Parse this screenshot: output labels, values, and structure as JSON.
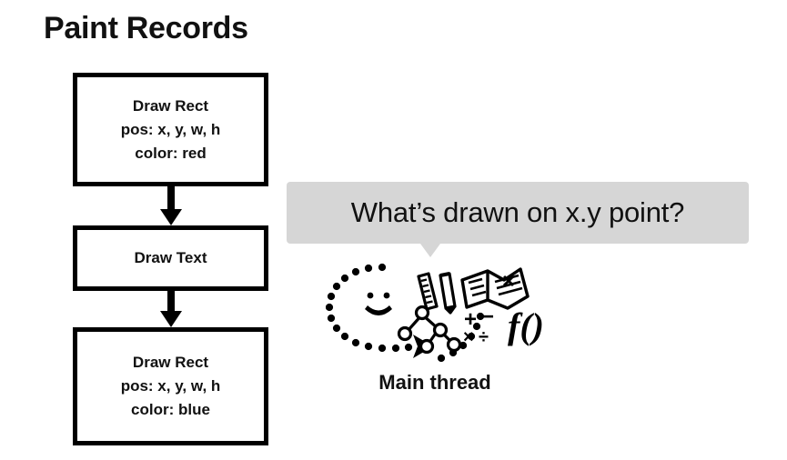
{
  "slide": {
    "title": "Paint Records",
    "background_color": "#ffffff",
    "ink_color": "#111111"
  },
  "paint_records": {
    "boxes": [
      {
        "name": "draw-rect-red",
        "lines": [
          "Draw Rect",
          "pos: x, y, w, h",
          "color: red"
        ]
      },
      {
        "name": "draw-text",
        "lines": [
          "Draw Text"
        ]
      },
      {
        "name": "draw-rect-blue",
        "lines": [
          "Draw Rect",
          "pos: x, y, w, h",
          "color: blue"
        ]
      }
    ],
    "connector_icon": "down-arrow-icon"
  },
  "speech_bubble": {
    "text": "What’s drawn on x.y point?",
    "background_color": "#d6d6d6",
    "tail_direction": "down"
  },
  "thinking": {
    "label": "Main thread",
    "icons": [
      "dotted-loop-arrow-icon",
      "smiley-face-icon",
      "ruler-icon",
      "pencil-icon",
      "open-book-icon",
      "tree-graph-icon",
      "math-symbols-icon",
      "function-notation-icon"
    ],
    "math_symbols": [
      "+",
      "−",
      "×",
      "÷"
    ],
    "function_notation": "f()"
  }
}
